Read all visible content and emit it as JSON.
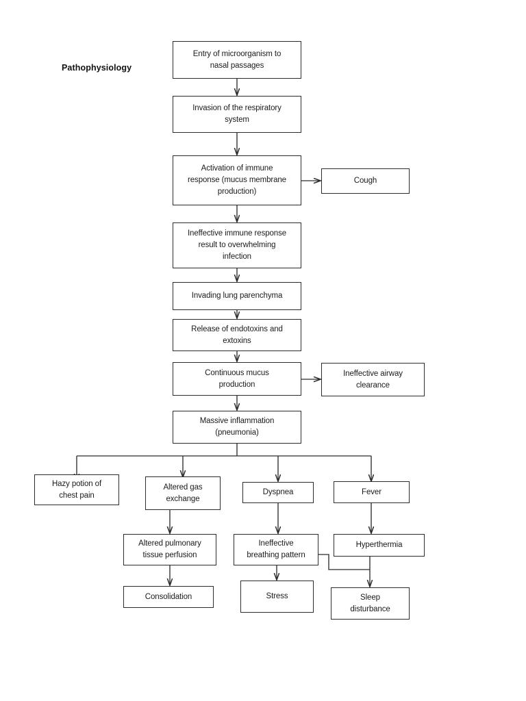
{
  "diagram": {
    "title": "Pathophysiology",
    "type": "flowchart",
    "line_color": "#2b2b2b",
    "background_color": "#ffffff",
    "text_color": "#1a1a1a",
    "nodes": [
      {
        "id": "entry",
        "label": "Entry of microorganism to\nnasal passages"
      },
      {
        "id": "invasion",
        "label": "Invasion of the respiratory\nsystem"
      },
      {
        "id": "activation",
        "label": "Activation of immune\nresponse (mucus membrane\nproduction)"
      },
      {
        "id": "cough",
        "label": "Cough"
      },
      {
        "id": "ineffective",
        "label": "Ineffective immune response\nresult to overwhelming\ninfection"
      },
      {
        "id": "parenchyma",
        "label": "Invading lung parenchyma"
      },
      {
        "id": "endotoxins",
        "label": "Release of endotoxins and\nextoxins"
      },
      {
        "id": "mucus",
        "label": "Continuous mucus\nproduction"
      },
      {
        "id": "airway",
        "label": "Ineffective airway\nclearance"
      },
      {
        "id": "inflammation",
        "label": "Massive inflammation\n(pneumonia)"
      },
      {
        "id": "chestpain",
        "label": "Hazy potion of\nchest pain"
      },
      {
        "id": "gasexchange",
        "label": "Altered gas\nexchange"
      },
      {
        "id": "dyspnea",
        "label": "Dyspnea"
      },
      {
        "id": "fever",
        "label": "Fever"
      },
      {
        "id": "perfusion",
        "label": "Altered pulmonary\ntissue perfusion"
      },
      {
        "id": "breathing",
        "label": "Ineffective\nbreathing pattern"
      },
      {
        "id": "hyperthermia",
        "label": "Hyperthermia"
      },
      {
        "id": "consolidation",
        "label": "Consolidation"
      },
      {
        "id": "stress",
        "label": "Stress"
      },
      {
        "id": "sleep",
        "label": "Sleep\ndisturbance"
      }
    ],
    "edges": [
      {
        "from": "entry",
        "to": "invasion"
      },
      {
        "from": "invasion",
        "to": "activation"
      },
      {
        "from": "activation",
        "to": "cough"
      },
      {
        "from": "activation",
        "to": "ineffective"
      },
      {
        "from": "ineffective",
        "to": "parenchyma"
      },
      {
        "from": "parenchyma",
        "to": "endotoxins"
      },
      {
        "from": "endotoxins",
        "to": "mucus"
      },
      {
        "from": "mucus",
        "to": "airway"
      },
      {
        "from": "mucus",
        "to": "inflammation"
      },
      {
        "from": "inflammation",
        "to": "chestpain"
      },
      {
        "from": "inflammation",
        "to": "gasexchange"
      },
      {
        "from": "inflammation",
        "to": "dyspnea"
      },
      {
        "from": "inflammation",
        "to": "fever"
      },
      {
        "from": "gasexchange",
        "to": "perfusion"
      },
      {
        "from": "dyspnea",
        "to": "breathing"
      },
      {
        "from": "fever",
        "to": "hyperthermia"
      },
      {
        "from": "perfusion",
        "to": "consolidation"
      },
      {
        "from": "breathing",
        "to": "stress"
      },
      {
        "from": "breathing",
        "to": "sleep"
      },
      {
        "from": "hyperthermia",
        "to": "sleep"
      }
    ]
  }
}
